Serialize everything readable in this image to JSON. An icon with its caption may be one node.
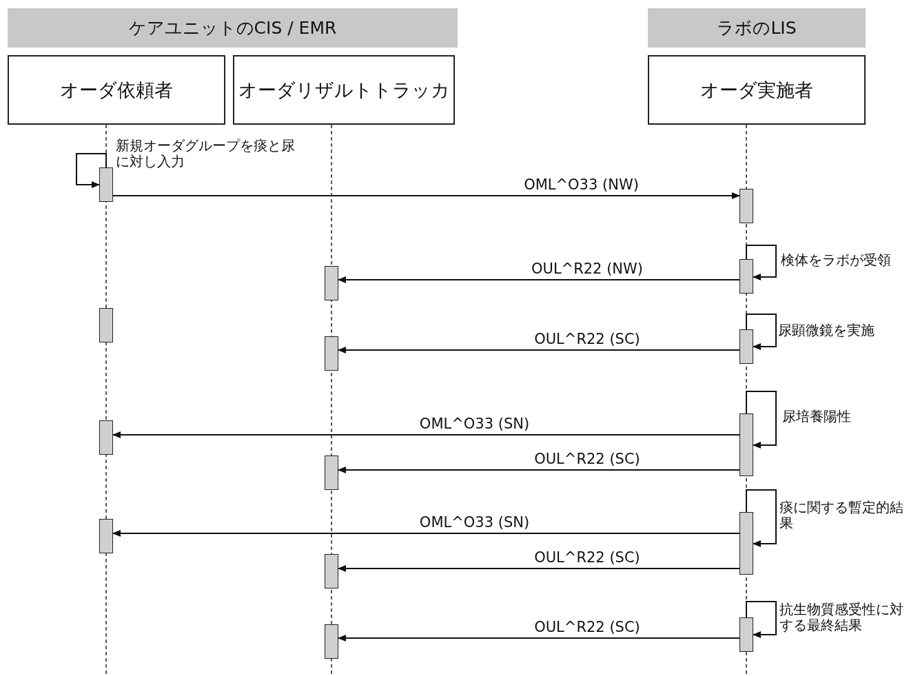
{
  "diagram": {
    "nodes": [
      {
        "text": [
          "ケアユニットのCIS / EMR"
        ]
      },
      {
        "text": [
          "ラボのLIS"
        ]
      },
      {
        "text": [
          "オーダ依頼者"
        ]
      },
      {
        "text": [
          "オーダリザルトトラッカ"
        ]
      },
      {
        "text": [
          "オーダ実施者"
        ]
      },
      {
        "text": [],
        "shape": "bar",
        "beside": [
          "新規オーダグループを痰と尿に対し入力"
        ]
      },
      {
        "text": [],
        "shape": "bar"
      },
      {
        "text": [],
        "shape": "bar"
      },
      {
        "text": [],
        "shape": "bar",
        "beside": [
          "検体をラボが受領"
        ]
      },
      {
        "text": [],
        "shape": "bar"
      },
      {
        "text": [],
        "shape": "bar"
      },
      {
        "text": [],
        "shape": "bar",
        "beside": [
          "尿顕微鏡を実施"
        ]
      },
      {
        "text": [],
        "shape": "bar"
      },
      {
        "text": [],
        "shape": "bar"
      },
      {
        "text": [],
        "shape": "bar",
        "beside": [
          "尿培養陽性"
        ]
      },
      {
        "text": [],
        "shape": "bar"
      },
      {
        "text": [],
        "shape": "bar"
      },
      {
        "text": [],
        "shape": "bar",
        "beside": [
          "痰に関する暫定的結果"
        ]
      },
      {
        "text": [],
        "shape": "bar"
      },
      {
        "text": [],
        "shape": "bar",
        "beside": [
          "抗生物質感受性に対する最終結果"
        ]
      }
    ],
    "edges": [
      {
        "from": 5,
        "to": 5,
        "arrow": "to"
      },
      {
        "from": 5,
        "to": 6,
        "arrow": "to",
        "label": "OML^O33 (NW)"
      },
      {
        "from": 8,
        "to": 8,
        "arrow": "to"
      },
      {
        "from": 8,
        "to": 7,
        "arrow": "to",
        "label": "OUL^R22 (NW)"
      },
      {
        "from": 11,
        "to": 11,
        "arrow": "to"
      },
      {
        "from": 11,
        "to": 10,
        "arrow": "to",
        "label": "OUL^R22 (SC)"
      },
      {
        "from": 14,
        "to": 14,
        "arrow": "to"
      },
      {
        "from": 14,
        "to": 12,
        "arrow": "to",
        "label": "OML^O33 (SN)"
      },
      {
        "from": 14,
        "to": 13,
        "arrow": "to",
        "label": "OUL^R22 (SC)"
      },
      {
        "from": 17,
        "to": 17,
        "arrow": "to"
      },
      {
        "from": 17,
        "to": 15,
        "arrow": "to",
        "label": "OML^O33 (SN)"
      },
      {
        "from": 17,
        "to": 16,
        "arrow": "to",
        "label": "OUL^R22 (SC)"
      },
      {
        "from": 19,
        "to": 19,
        "arrow": "to"
      },
      {
        "from": 19,
        "to": 18,
        "arrow": "to",
        "label": "OUL^R22 (SC)"
      }
    ]
  }
}
